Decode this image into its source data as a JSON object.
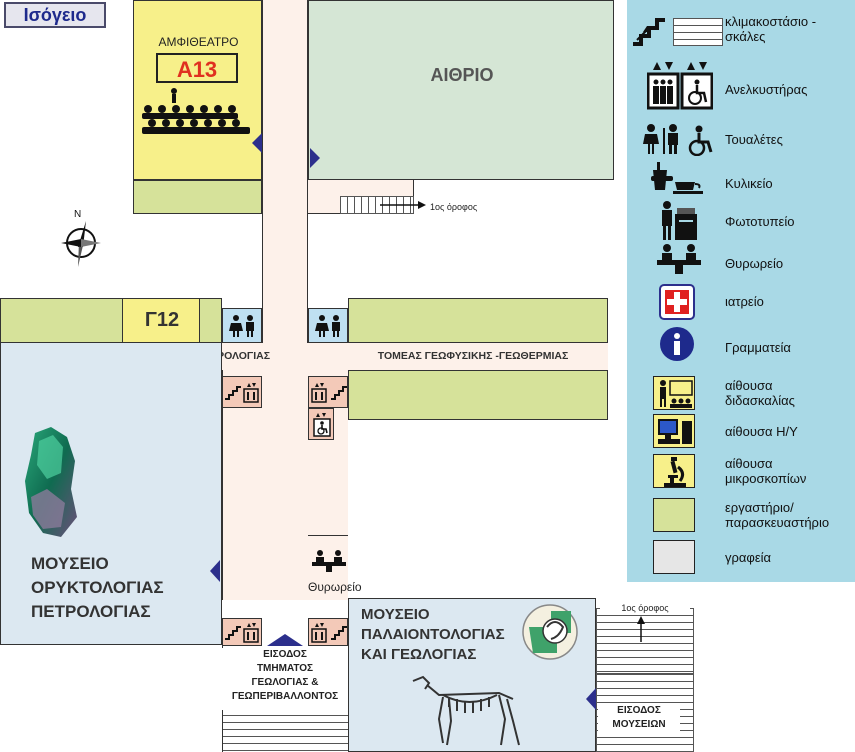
{
  "floor_label": "Ισόγειο",
  "rooms": {
    "amphitheatre_title": "ΑΜΦΙΘΕΑΤΡΟ",
    "amphitheatre_code": "A13",
    "atrium": "ΑΙΘΡΙΟ",
    "g12": "Γ12",
    "dept_mineralogy": "ΤΟΜΕΑΣ ΟΡΥΚΤΟΛΟΓΙΑΣ - ΠΕΤΡΟΛΟΓΙΑΣ",
    "dept_geophysics": "ΤΟΜΕΑΣ ΓΕΩΦΥΣΙΚΗΣ -ΓΕΩΘΕΡΜΙΑΣ",
    "museum_mineralogy": [
      "ΜΟΥΣΕΙΟ",
      "ΟΡΥΚΤΟΛΟΓΙΑΣ",
      "ΠΕΤΡΟΛΟΓΙΑΣ"
    ],
    "museum_paleontology": [
      "ΜΟΥΣΕΙΟ",
      "ΠΑΛΑΙΟΝΤΟΛΟΓΙΑΣ",
      "ΚΑΙ ΓΕΩΛΟΓΙΑΣ"
    ],
    "porters_room": "Θυρωρείο",
    "stairs_up_1": "1ος όροφος",
    "stairs_up_2": "1ος όροφος",
    "entrance_department": [
      "ΕΙΣΟΔΟΣ",
      "ΤΜΗΜΑΤΟΣ",
      "ΓΕΩΛΟΓΙΑΣ &",
      "ΓΕΩΠΕΡΙΒΑΛΛΟΝΤΟΣ"
    ],
    "entrance_museums": [
      "ΕΙΣΟΔΟΣ",
      "ΜΟΥΣΕΙΩΝ"
    ]
  },
  "legend": [
    {
      "icon": "stairs-icon",
      "label": "κλιμακοστάσιο - σκάλες"
    },
    {
      "icon": "elevator-icon",
      "label": "Ανελκυστήρας"
    },
    {
      "icon": "toilet-icon",
      "label": "Τουαλέτες"
    },
    {
      "icon": "canteen-icon",
      "label": "Κυλικείο"
    },
    {
      "icon": "photocopy-icon",
      "label": "Φωτοτυπείο"
    },
    {
      "icon": "porter-icon",
      "label": "Θυρωρείο"
    },
    {
      "icon": "medical-icon",
      "label": "ιατρείο"
    },
    {
      "icon": "info-icon",
      "label": "Γραμματεία"
    },
    {
      "icon": "classroom-icon",
      "label": "αίθουσα διδασκαλίας"
    },
    {
      "icon": "computer-room-icon",
      "label": "αίθουσα Η/Υ"
    },
    {
      "icon": "microscope-icon",
      "label": "αίθουσα μικροσκοπίων"
    },
    {
      "icon": "lab-swatch-icon",
      "label": "εργαστήριο/ παρασκευαστήριο"
    },
    {
      "icon": "office-swatch-icon",
      "label": "γραφεία"
    }
  ],
  "colors": {
    "classroom": "#f7f08a",
    "lab": "#d6e29a",
    "office": "#e6e6e6",
    "legend_bg": "#a9d9e6",
    "corridor": "#fdf1ea",
    "accent_blue": "#1e2a8c",
    "medical_red": "#e02020"
  }
}
